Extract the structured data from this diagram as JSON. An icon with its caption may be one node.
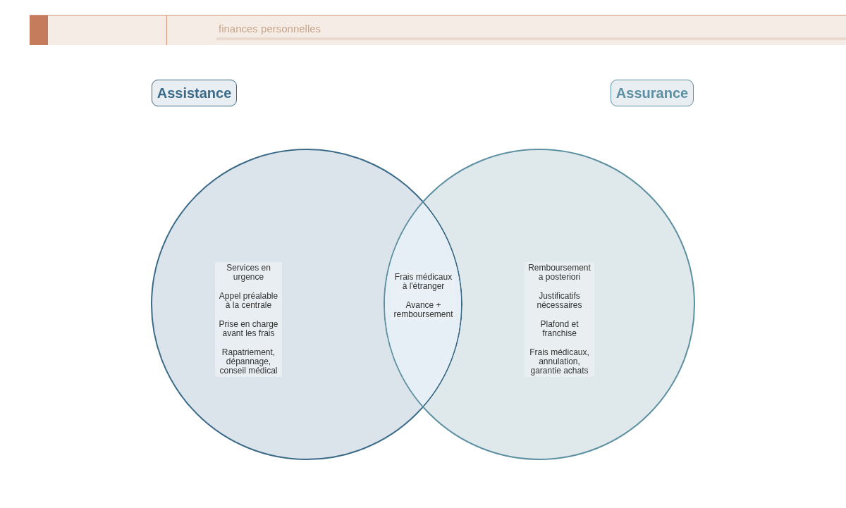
{
  "diagram": {
    "nodes": [
      {
        "text": [
          "Assistance"
        ]
      },
      {
        "text": [
          "Assurance"
        ]
      },
      {
        "text": [
          "Services en urgence",
          "Appel préalable à la centrale",
          "Prise en charge avant les frais",
          "Rapatriement, dépannage, conseil médical"
        ]
      },
      {
        "text": [
          "Remboursement a posteriori",
          "Justificatifs nécessaires",
          "Plafond et franchise",
          "Frais médicaux, annulation, garantie achats"
        ]
      },
      {
        "text": [
          "Frais médicaux à l'étranger",
          "Avance + remboursement"
        ]
      }
    ],
    "labels": [
      "finances personnelles"
    ]
  }
}
